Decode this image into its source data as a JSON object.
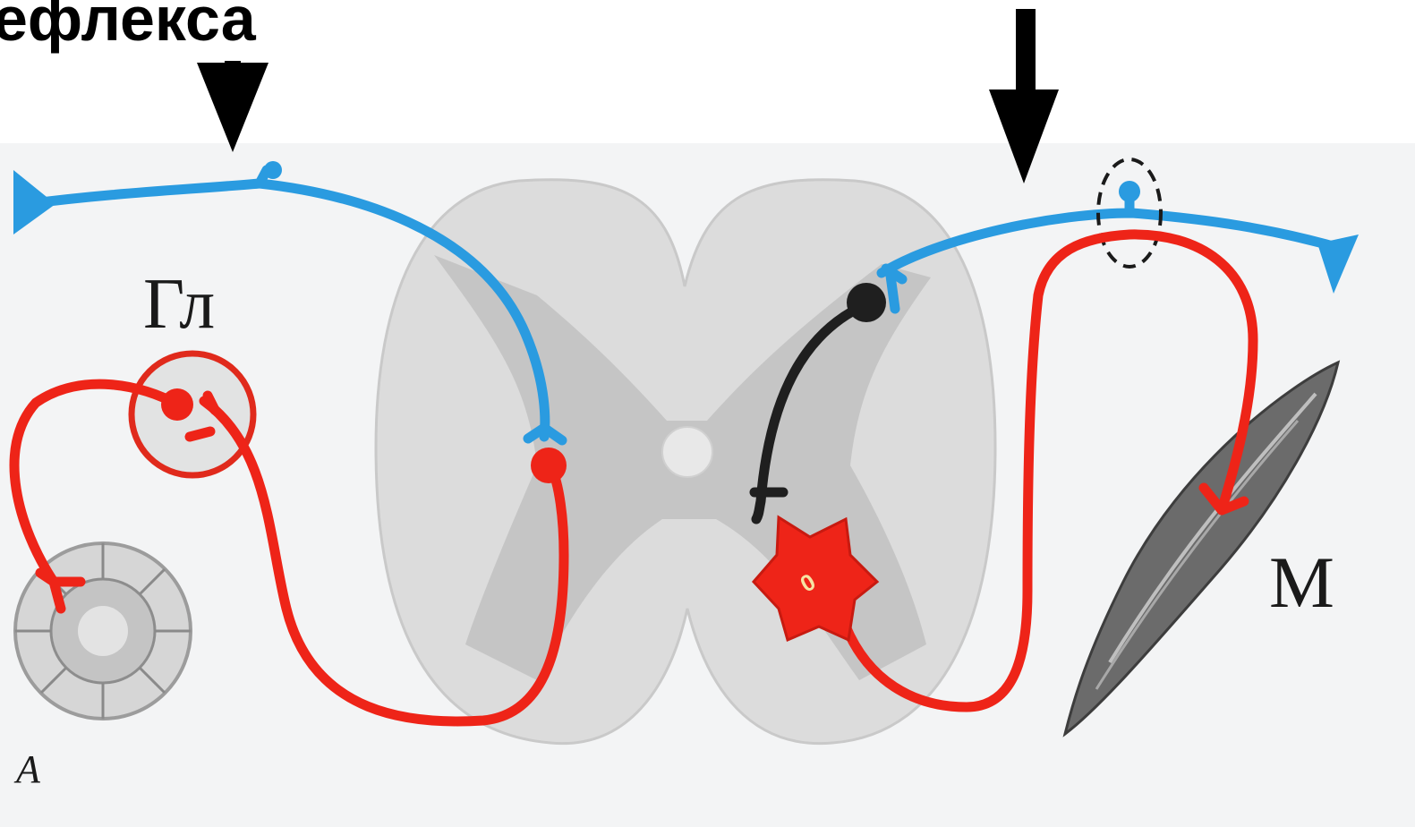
{
  "heading": {
    "text": "ефлекса"
  },
  "labels": {
    "ganglion": "Гл",
    "muscle": "М",
    "panel": "А",
    "neuron_mark": "0"
  },
  "colors": {
    "afferent": "#2a9be0",
    "efferent": "#ee2418",
    "interneuron": "#1f1f1f",
    "white_matter": "#dcdcdc",
    "gray_matter": "#bdbdbd",
    "arrows": "#000000"
  },
  "icons": [
    "down-arrow-icon",
    "down-arrow-icon"
  ]
}
